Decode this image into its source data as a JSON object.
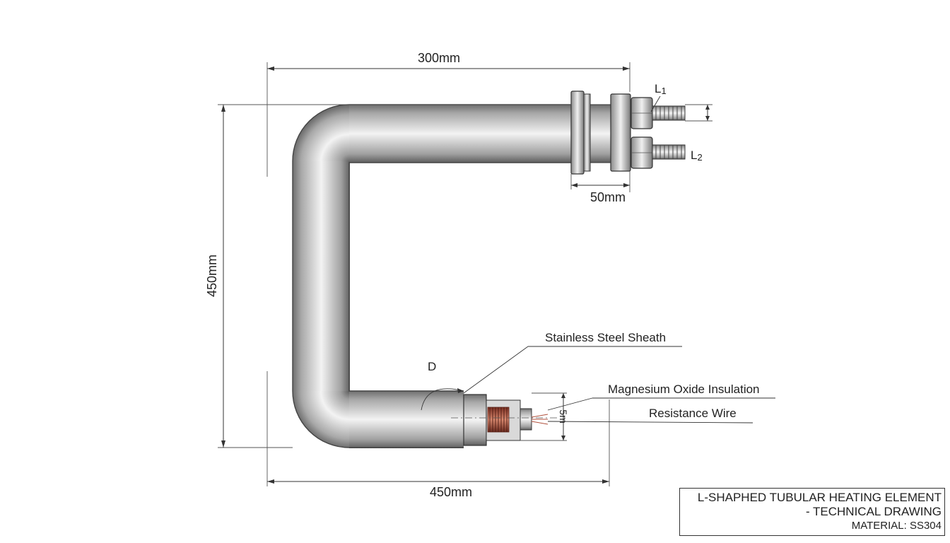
{
  "dimensions": {
    "top_width": "300mm",
    "left_height": "450mm",
    "bottom_width": "450mm",
    "flange_spacing": "50mm",
    "wire_offset": "5m"
  },
  "terminals": {
    "l1": {
      "letter": "L",
      "subscript": "1"
    },
    "l2": {
      "letter": "L",
      "subscript": "2"
    }
  },
  "callouts": {
    "diameter": "D",
    "sheath": "Stainless Steel Sheath",
    "insulation": "Magnesium Oxide Insulation",
    "wire": "Resistance Wire"
  },
  "title_block": {
    "line1": "L-SHAPHED TUBULAR HEATING ELEMENT",
    "line2": "- TECHNICAL DRAWING",
    "line3": "MATERIAL: SS304"
  },
  "colors": {
    "steel_dark": "#6b6b6b",
    "steel_light": "#f2f2f2",
    "copper_coil": "#b0503c",
    "line": "#333333"
  }
}
